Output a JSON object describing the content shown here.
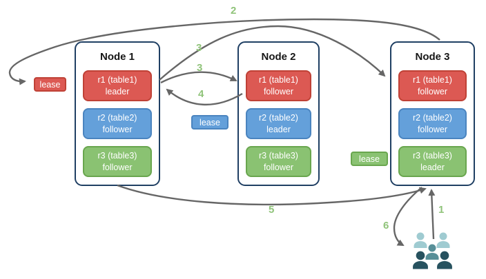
{
  "diagram": {
    "nodes": [
      {
        "title": "Node 1",
        "replicas": [
          {
            "name": "r1 (table1)",
            "role": "leader",
            "color": "red"
          },
          {
            "name": "r2 (table2)",
            "role": "follower",
            "color": "blue"
          },
          {
            "name": "r3 (table3)",
            "role": "follower",
            "color": "green"
          }
        ]
      },
      {
        "title": "Node 2",
        "replicas": [
          {
            "name": "r1 (table1)",
            "role": "follower",
            "color": "red"
          },
          {
            "name": "r2 (table2)",
            "role": "leader",
            "color": "blue"
          },
          {
            "name": "r3 (table3)",
            "role": "follower",
            "color": "green"
          }
        ]
      },
      {
        "title": "Node 3",
        "replicas": [
          {
            "name": "r1 (table1)",
            "role": "follower",
            "color": "red"
          },
          {
            "name": "r2 (table2)",
            "role": "follower",
            "color": "blue"
          },
          {
            "name": "r3 (table3)",
            "role": "leader",
            "color": "green"
          }
        ]
      }
    ],
    "leases": [
      {
        "label": "lease",
        "color": "red"
      },
      {
        "label": "lease",
        "color": "blue"
      },
      {
        "label": "lease",
        "color": "green"
      }
    ],
    "step_labels": [
      "2",
      "3",
      "3",
      "4",
      "5",
      "1",
      "6"
    ],
    "icons": {
      "users_icon": "users"
    },
    "colors": {
      "node_border": "#1f3f63",
      "red": "#dc5953",
      "red_border": "#bf4136",
      "blue": "#64a0da",
      "blue_border": "#4a84bf",
      "green": "#8ac272",
      "green_border": "#69a64e",
      "arrow": "#666666",
      "step_green": "#8fc379",
      "people_light": "#9fcbd1",
      "people_medium": "#578f98",
      "people_dark": "#27525f"
    }
  }
}
